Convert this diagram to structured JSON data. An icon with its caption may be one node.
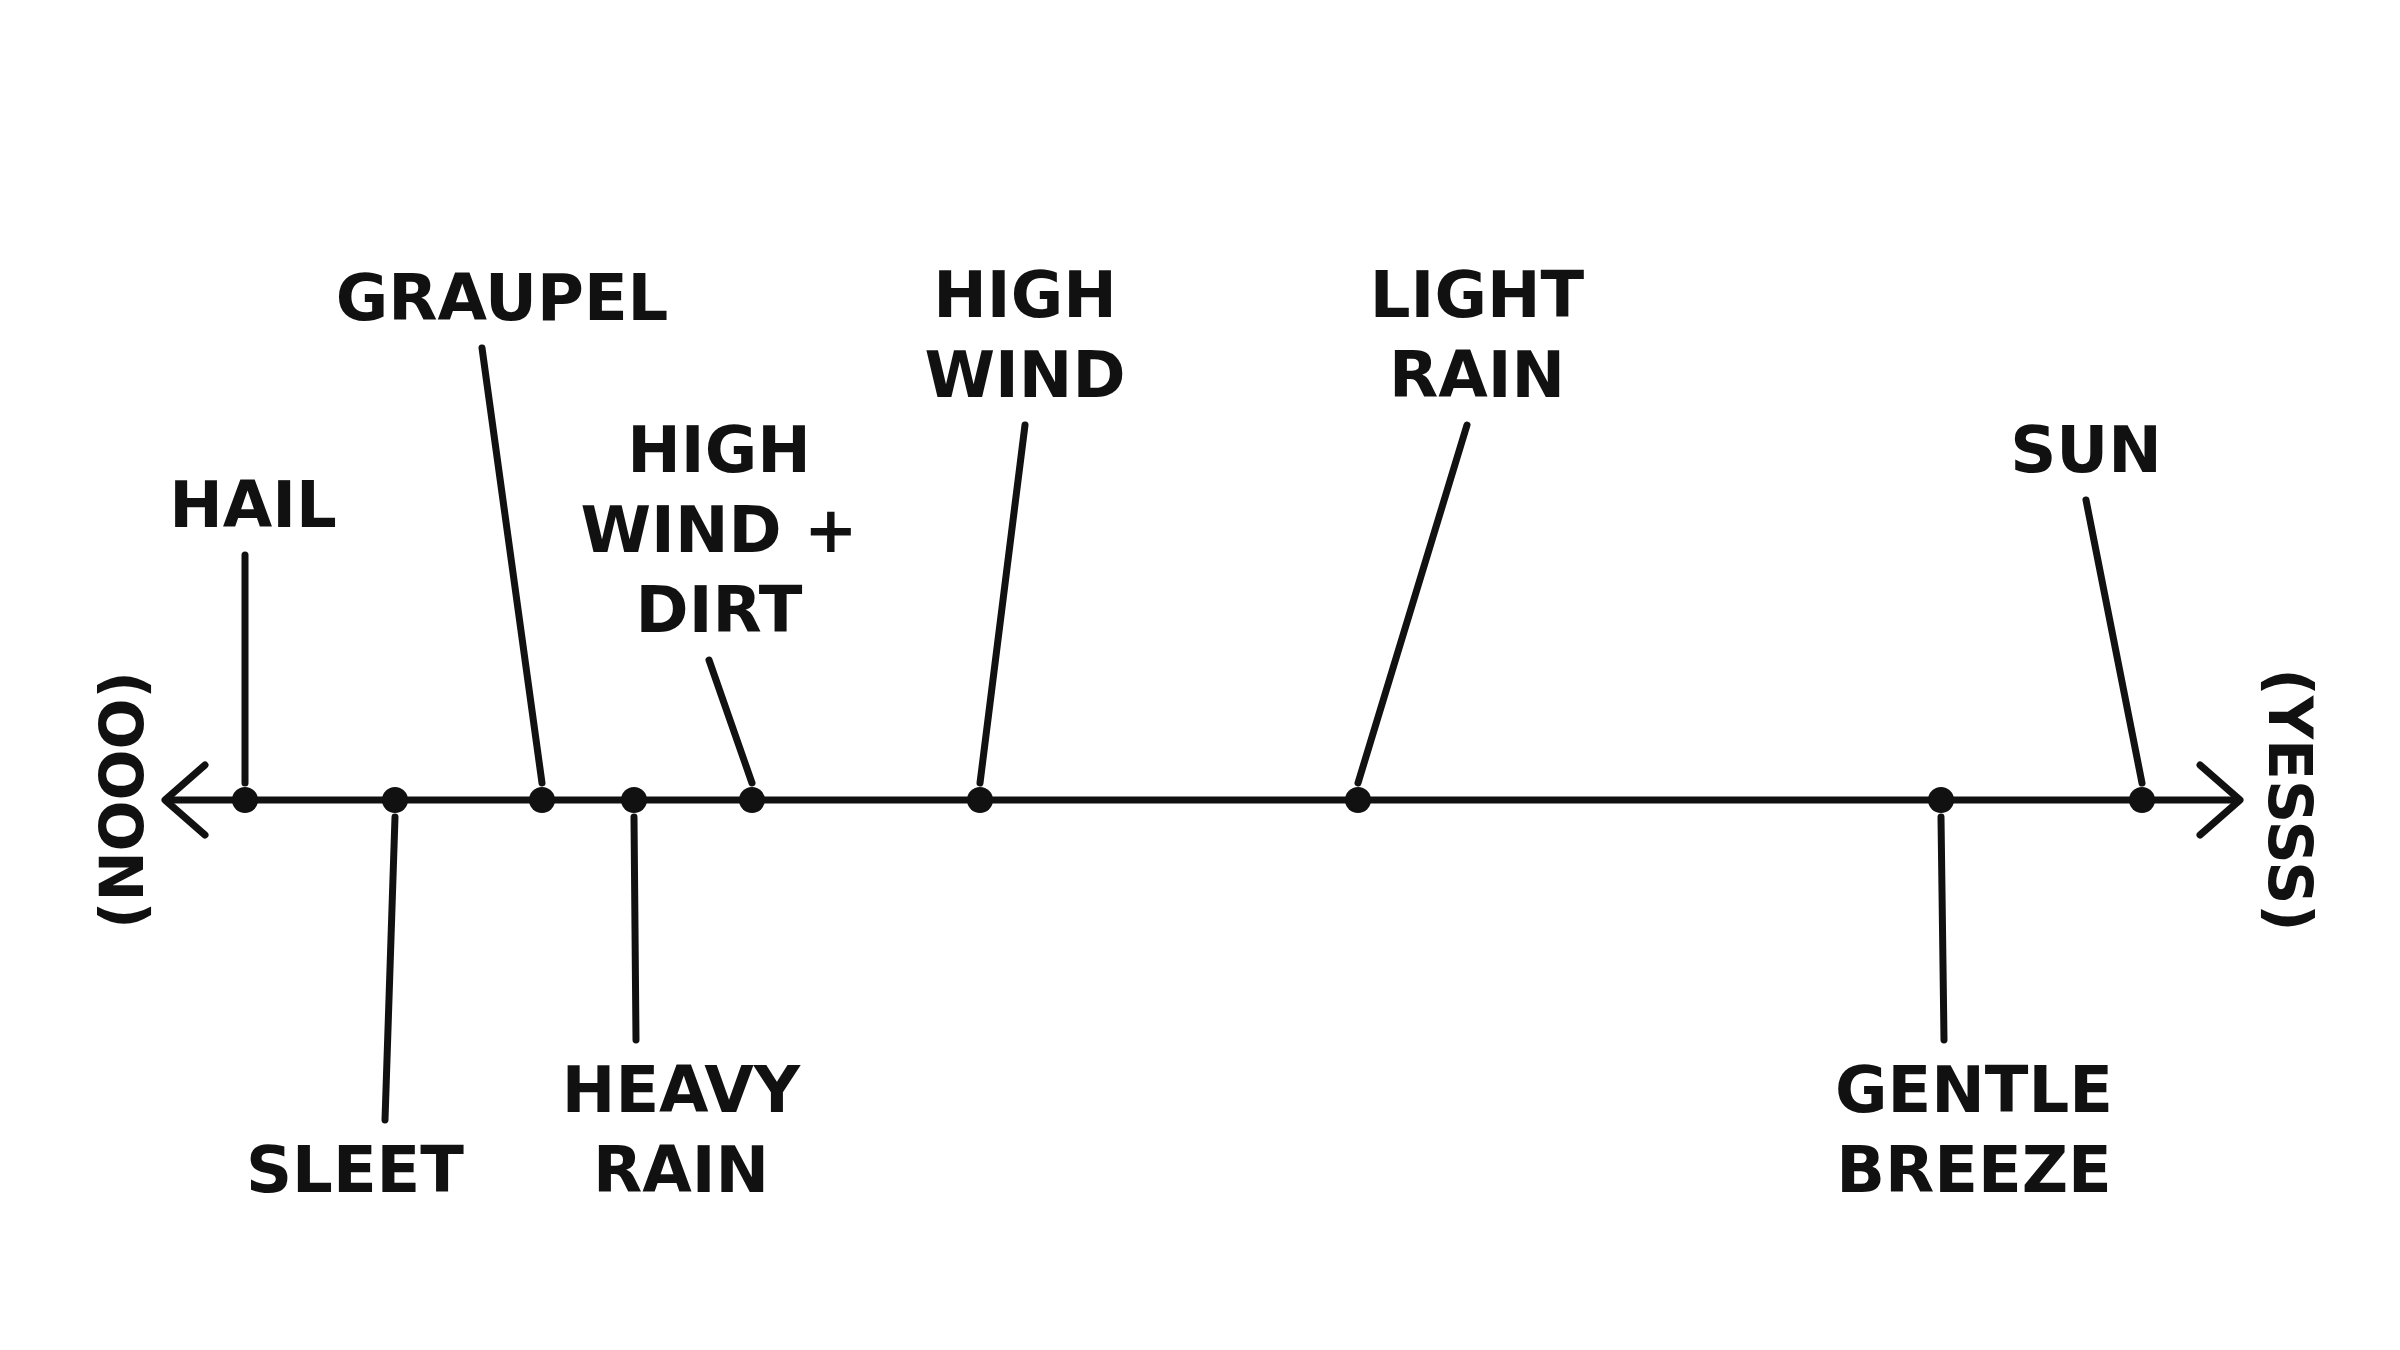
{
  "diagram": {
    "nodes": [
      {
        "text": [
          "HAIL"
        ]
      },
      {
        "text": [
          "GRAUPEL"
        ]
      },
      {
        "text": [
          "SLEET"
        ]
      },
      {
        "text": [
          "HIGH WIND + DIRT"
        ]
      },
      {
        "text": [
          "HEAVY RAIN"
        ]
      },
      {
        "text": [
          "HIGH WIND"
        ]
      },
      {
        "text": [
          "LIGHT RAIN"
        ]
      },
      {
        "text": [
          "GENTLE BREEZE"
        ]
      },
      {
        "text": [
          "SUN"
        ]
      },
      {
        "text": [],
        "shape": "circle"
      },
      {
        "text": [],
        "shape": "circle"
      },
      {
        "text": [],
        "shape": "circle"
      },
      {
        "text": [],
        "shape": "circle"
      },
      {
        "text": [],
        "shape": "circle"
      },
      {
        "text": [],
        "shape": "circle"
      },
      {
        "text": [],
        "shape": "circle"
      },
      {
        "text": [],
        "shape": "circle"
      },
      {
        "text": [],
        "shape": "circle"
      }
    ],
    "edges": [
      {
        "from": 0,
        "to": 9,
        "arrow": "none"
      },
      {
        "from": 1,
        "to": 11,
        "arrow": "none"
      },
      {
        "from": 2,
        "to": 10,
        "arrow": "none"
      },
      {
        "from": 3,
        "to": 13,
        "arrow": "none"
      },
      {
        "from": 4,
        "to": 12,
        "arrow": "none"
      },
      {
        "from": 5,
        "to": 14,
        "arrow": "none"
      },
      {
        "from": 6,
        "to": 15,
        "arrow": "none"
      },
      {
        "from": 7,
        "to": 16,
        "arrow": "none"
      },
      {
        "from": 8,
        "to": 17,
        "arrow": "none"
      }
    ],
    "labels": [
      "(NOOO)",
      "(YESSS)"
    ]
  }
}
